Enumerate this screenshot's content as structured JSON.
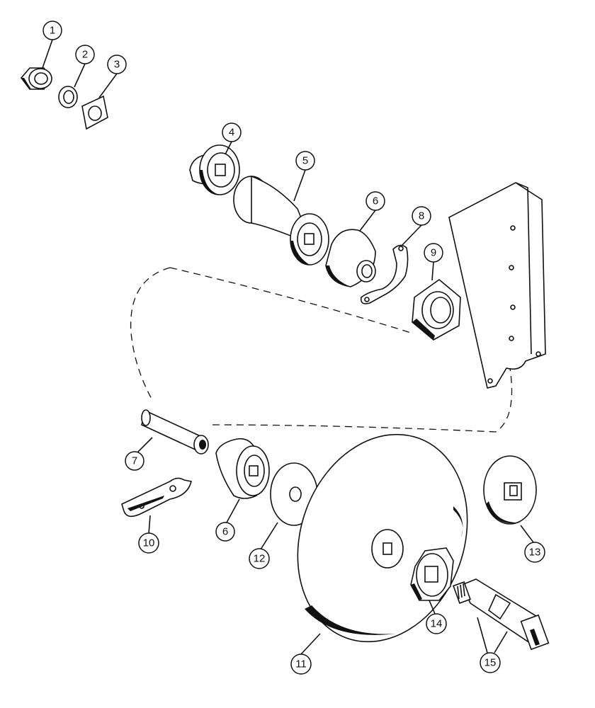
{
  "diagram": {
    "callouts": [
      {
        "id": "c1",
        "label": "1"
      },
      {
        "id": "c2",
        "label": "2"
      },
      {
        "id": "c3",
        "label": "3"
      },
      {
        "id": "c4",
        "label": "4"
      },
      {
        "id": "c5",
        "label": "5"
      },
      {
        "id": "c6a",
        "label": "6"
      },
      {
        "id": "c8",
        "label": "8"
      },
      {
        "id": "c9",
        "label": "9"
      },
      {
        "id": "c7",
        "label": "7"
      },
      {
        "id": "c10",
        "label": "10"
      },
      {
        "id": "c6b",
        "label": "6"
      },
      {
        "id": "c12",
        "label": "12"
      },
      {
        "id": "c13",
        "label": "13"
      },
      {
        "id": "c14",
        "label": "14"
      },
      {
        "id": "c11",
        "label": "11"
      },
      {
        "id": "c15",
        "label": "15"
      }
    ]
  }
}
